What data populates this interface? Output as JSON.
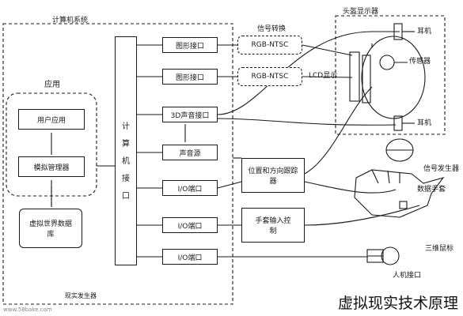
{
  "diagram": {
    "computer_system_label": "计算机系统",
    "signal_conversion_label": "信号转换",
    "hmd_label": "头盔显示器",
    "application_label": "应用",
    "user_app": "用户应用",
    "sim_manager": "模拟管理器",
    "virtual_db": "虚拟世界数据库",
    "computer_interface": "计算机接口",
    "graphics_port_1": "图形接口",
    "graphics_port_2": "图形接口",
    "sound_3d_port": "3D声音接口",
    "sound_source": "声音源",
    "io_port_1": "I/O端口",
    "io_port_2": "I/O端口",
    "io_port_3": "I/O端口",
    "rgb_ntsc_1": "RGB-NTSC",
    "rgb_ntsc_2": "RGB-NTSC",
    "lcd_display": "LCD显示",
    "earphone_1": "耳机",
    "earphone_2": "耳机",
    "sensor": "传感器",
    "pos_tracker": "位置和方向跟踪器",
    "glove_control": "手套输入控制",
    "signal_generator": "信号发生器",
    "data_glove": "数据手套",
    "mouse_3d": "三维鼠标",
    "hci": "人机接口",
    "real_world_generator": "现实发生器",
    "watermark": "www.58bake.com",
    "caption": "虚拟现实技术原理"
  }
}
